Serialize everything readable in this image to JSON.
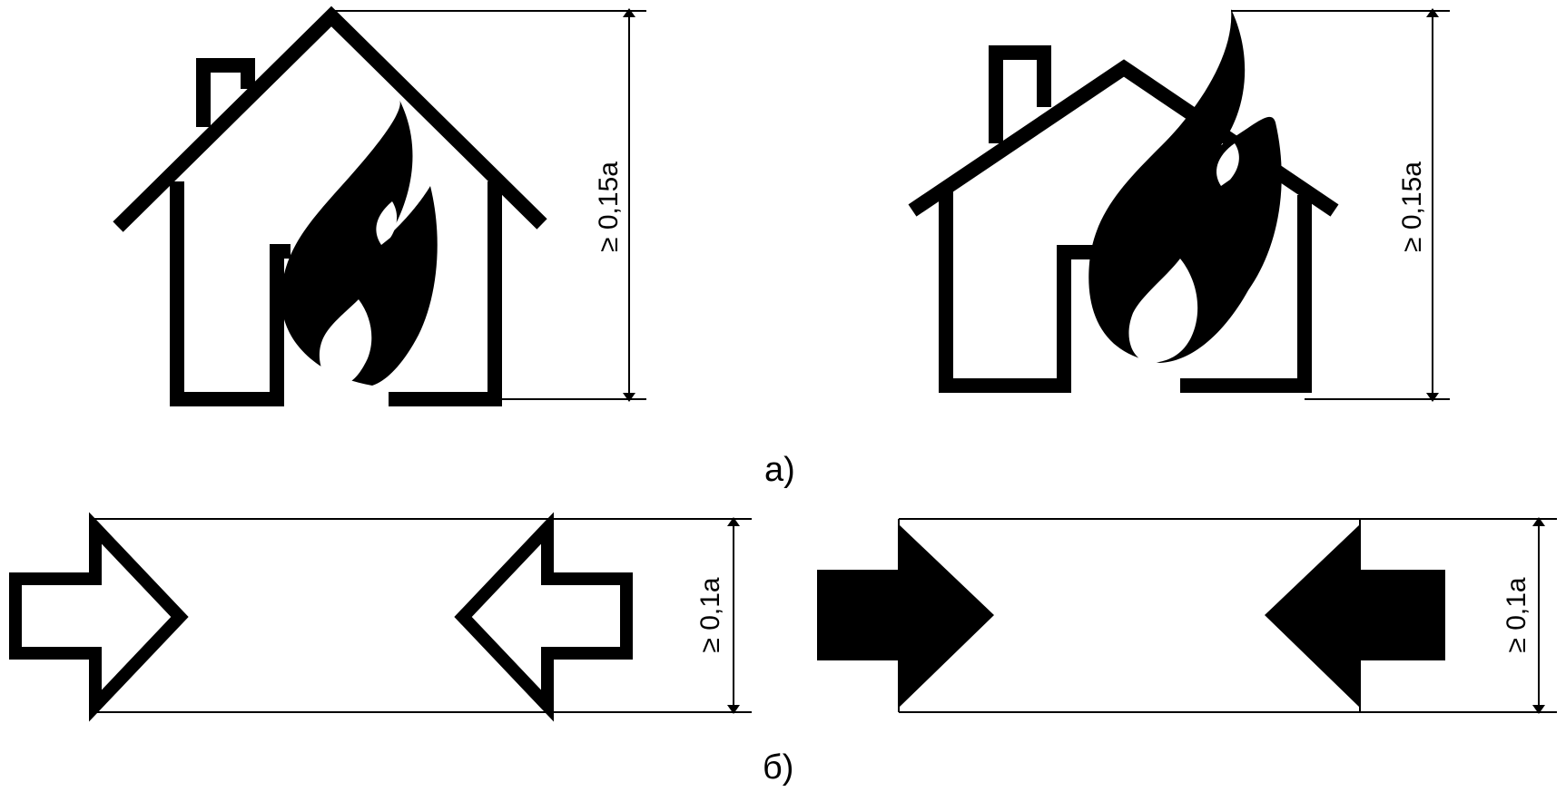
{
  "figure": {
    "caption_a": "а)",
    "caption_b": "б)",
    "dimensions": {
      "house_left": "≥ 0,15a",
      "house_right": "≥ 0,15a",
      "arrows_left": "≥ 0,1a",
      "arrows_right": "≥ 0,1a"
    }
  },
  "colors": {
    "ink": "#000000",
    "paper": "#ffffff"
  }
}
